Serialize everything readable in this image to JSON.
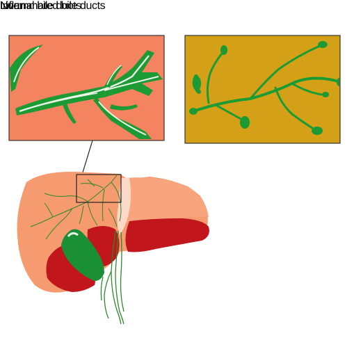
{
  "labels": {
    "normal": "Normal bile ducts",
    "inflamed": "Inflammated bile ducts",
    "liver": "Liver"
  },
  "colors": {
    "normal_background": "#f4845f",
    "inflamed_background": "#d4a017",
    "liver_tissue": "#f69a70",
    "liver_lobe_dark": "#c0161c",
    "duct_green": "#1c9a33",
    "duct_highlight": "#e8f5e6",
    "gallbladder": "#1b8f35",
    "ligament": "#fbd9c6"
  },
  "icons": [
    "magnification-box",
    "pointer-line"
  ]
}
